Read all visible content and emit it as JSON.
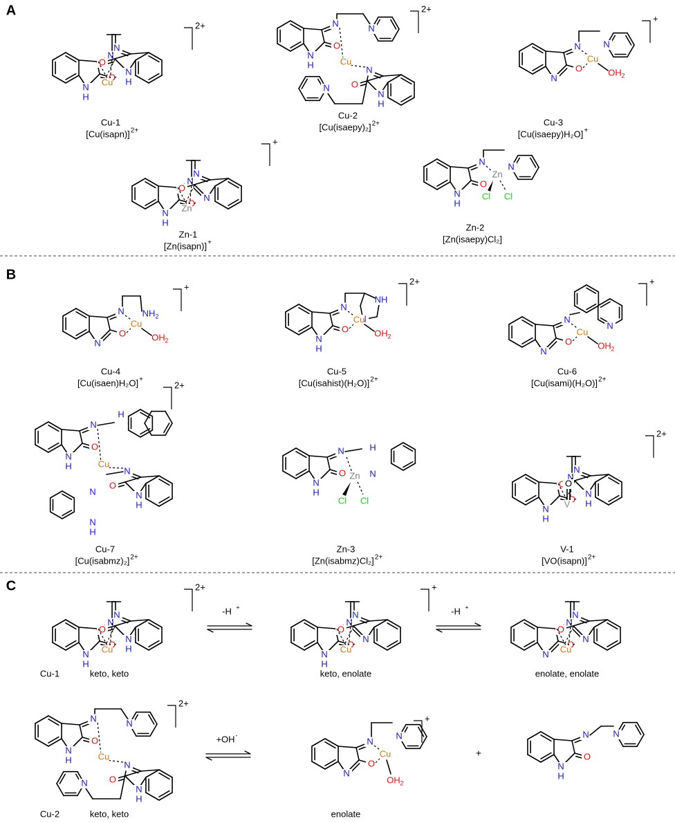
{
  "colors": {
    "nitrogen": "#1a1acc",
    "oxygen": "#e01010",
    "copper": "#d07a10",
    "zinc": "#7a7a7a",
    "chlorine": "#22cc22",
    "vanadium": "#8a8a8a",
    "bond": "#000000"
  },
  "panels": {
    "a": "A",
    "b": "B",
    "c": "C"
  },
  "atoms": {
    "N": "N",
    "HN": "HN",
    "NH": "NH",
    "H": "H",
    "O": "O",
    "OH": "OH",
    "OH2_base": "OH",
    "sub2": "2",
    "Cu": "Cu",
    "Zn": "Zn",
    "Cl": "Cl",
    "V": "V",
    "NH2_base": "NH"
  },
  "charges": {
    "p2": "2+",
    "p1": "+"
  },
  "A": {
    "cu1": {
      "name": "Cu-1",
      "formula": "[Cu(isapn)]"
    },
    "cu2": {
      "name": "Cu-2",
      "formula": "[Cu(isaepy)₂]"
    },
    "cu3": {
      "name": "Cu-3",
      "formula": "[Cu(isaepy)H₂O]"
    },
    "zn1": {
      "name": "Zn-1",
      "formula": "[Zn(isapn)]"
    },
    "zn2": {
      "name": "Zn-2",
      "formula": "[Zn(isaepy)Cl₂]"
    }
  },
  "B": {
    "cu4": {
      "name": "Cu-4",
      "formula": "[Cu(isaen)H₂O]"
    },
    "cu5": {
      "name": "Cu-5",
      "formula": "[Cu(isahist)(H₂O)]"
    },
    "cu6": {
      "name": "Cu-6",
      "formula": "[Cu(isami)(H₂O)]"
    },
    "cu7": {
      "name": "Cu-7",
      "formula": "[Cu(isabmz)₂]"
    },
    "zn3": {
      "name": "Zn-3",
      "formula": "[Zn(isabmz)Cl₂]"
    },
    "v1": {
      "name": "V-1",
      "formula": "[VO(isapn)]"
    }
  },
  "C": {
    "cu1_label": "Cu-1",
    "cu2_label": "Cu-2",
    "keto_keto": "keto, keto",
    "keto_enolate": "keto, enolate",
    "enolate_enolate": "enolate, enolate",
    "enolate": "enolate",
    "arrow1": "-H",
    "arrow2": "-H",
    "arrow3": "+OH",
    "plus_sign": "+",
    "minus_sign": "-"
  }
}
